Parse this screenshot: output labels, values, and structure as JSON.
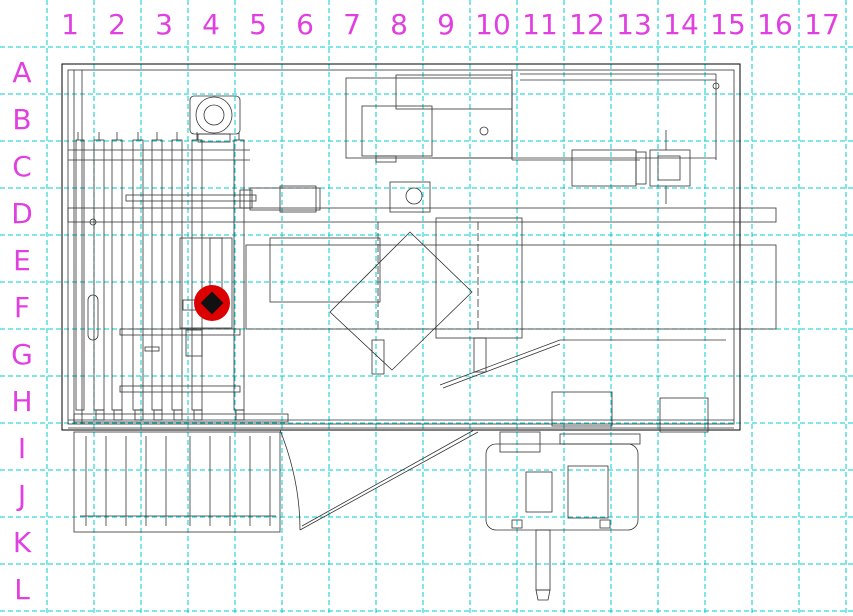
{
  "grid": {
    "columns": [
      "1",
      "2",
      "3",
      "4",
      "5",
      "6",
      "7",
      "8",
      "9",
      "10",
      "11",
      "12",
      "13",
      "14",
      "15",
      "16",
      "17"
    ],
    "rows": [
      "A",
      "B",
      "C",
      "D",
      "E",
      "F",
      "G",
      "H",
      "I",
      "J",
      "K",
      "L"
    ]
  },
  "colors": {
    "grid_line": "#00cccc",
    "grid_label": "#e040e0",
    "drawing": "#000000",
    "marker_outer": "#dd0000",
    "marker_inner": "#111111"
  },
  "marker": {
    "name": "red-marker",
    "column": "4",
    "row": "F"
  }
}
